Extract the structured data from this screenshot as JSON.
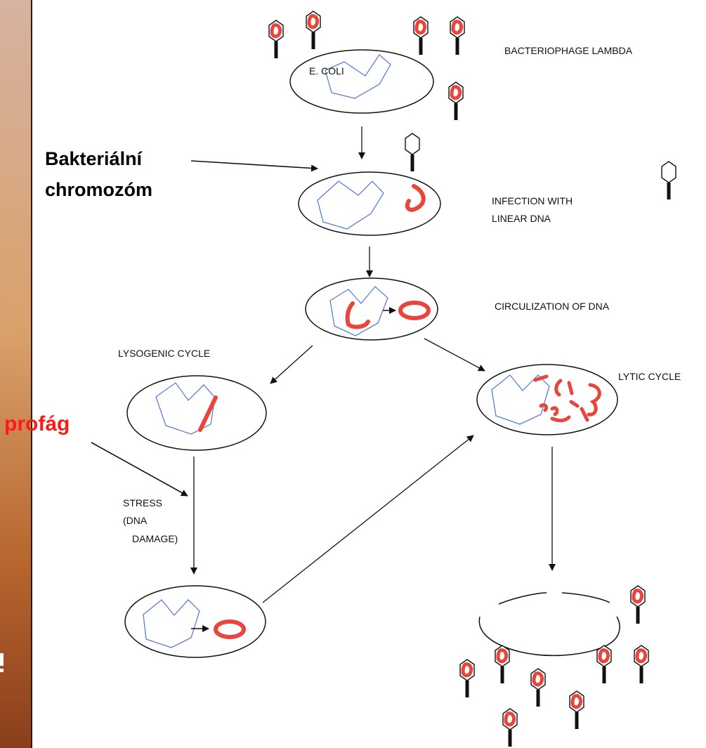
{
  "labels": {
    "bacteriophage": "BACTERIOPHAGE LAMBDA",
    "ecoli": "E. COLI",
    "infection_1": "INFECTION WITH",
    "infection_2": "LINEAR DNA",
    "circulization": "CIRCULIZATION OF DNA",
    "lysogenic": "LYSOGENIC CYCLE",
    "lytic": "LYTIC CYCLE",
    "stress_1": "STRESS",
    "stress_2": "(DNA",
    "stress_3": "DAMAGE)"
  },
  "annotations": {
    "chromosome_1": "Bakteriální",
    "chromosome_2": "chromozóm",
    "prophage": "profág"
  },
  "colors": {
    "dna": "#e8453c",
    "chromosome": "#5b7fd6",
    "annotation_red": "#ff1a1a",
    "background_top": "#d6b2a0",
    "background_bottom": "#8a3f1c"
  },
  "icons": [
    "phage-icon",
    "ecoli-cell",
    "chromosome-outline",
    "dna-fragment"
  ]
}
